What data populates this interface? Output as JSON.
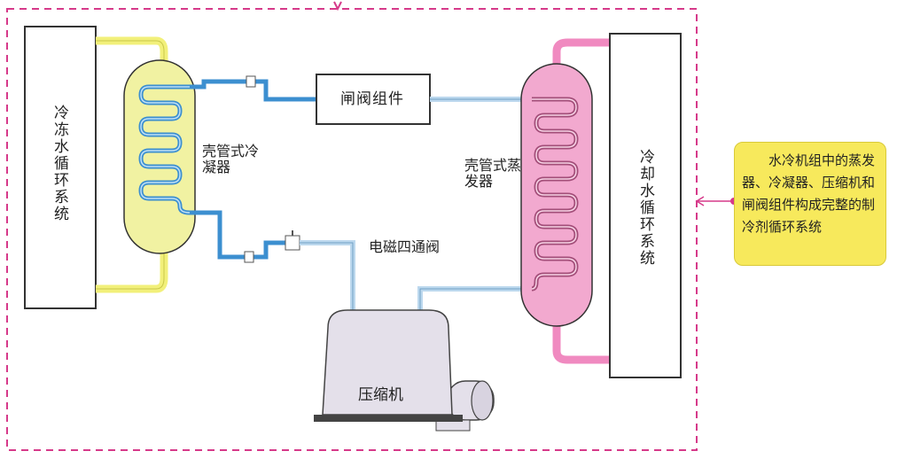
{
  "labels": {
    "chilled_water_system": "冷冻水循环系统",
    "cooling_water_system": "冷却水循环系统",
    "condenser": "壳管式冷凝器",
    "evaporator": "壳管式蒸发器",
    "valve_group": "闸阀组件",
    "four_way_valve": "电磁四通阀",
    "compressor": "压缩机"
  },
  "callout": {
    "text": "水冷机组中的蒸发器、冷凝器、压缩机和闸阀组件构成完整的制冷剂循环系统"
  },
  "colors": {
    "frame_dash": "#d63a8a",
    "condenser_fill": "#f1f2a2",
    "condenser_pipe": "#f2f07a",
    "evaporator_fill": "#f2a9cf",
    "evaporator_pipe": "#f08ac0",
    "blue_pipe": "#3c8fd0",
    "light_blue_pipe": "#bcd8ee",
    "compressor_fill": "#e4e0ea",
    "callout_fill": "#f7e95c"
  }
}
